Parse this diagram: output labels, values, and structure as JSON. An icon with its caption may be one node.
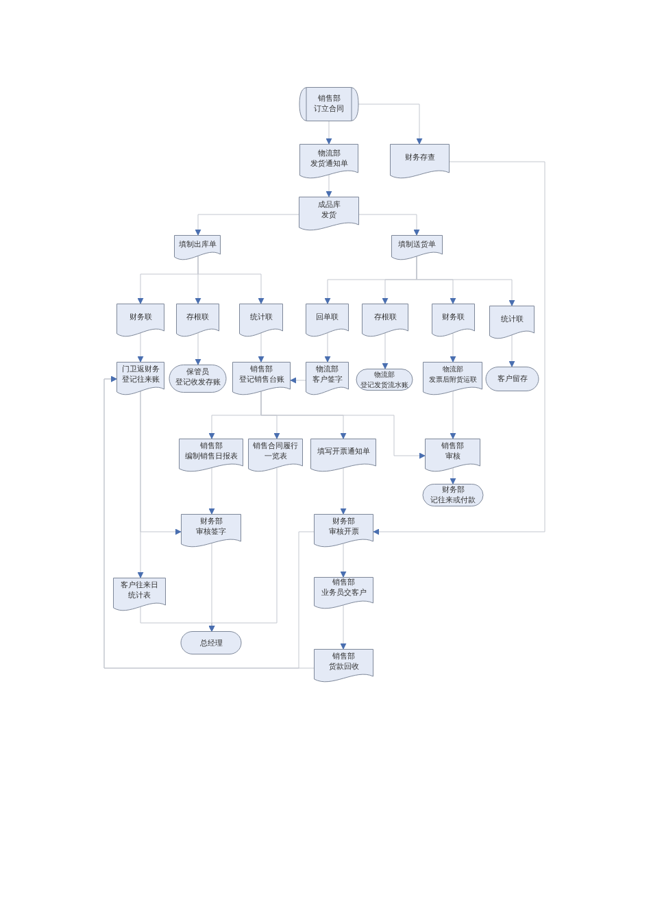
{
  "diagram": {
    "nodes": [
      {
        "text": [
          "销售部",
          "订立合同"
        ]
      },
      {
        "text": [
          "物流部",
          "发货通知单"
        ]
      },
      {
        "text": [
          "财务存查"
        ]
      },
      {
        "text": [
          "成品库",
          "发货"
        ]
      },
      {
        "text": [
          "填制出库单"
        ]
      },
      {
        "text": [
          "填制送货单"
        ]
      },
      {
        "text": [
          "财务联"
        ]
      },
      {
        "text": [
          "存根联"
        ]
      },
      {
        "text": [
          "统计联"
        ]
      },
      {
        "text": [
          "回单联"
        ]
      },
      {
        "text": [
          "存根联"
        ]
      },
      {
        "text": [
          "财务联"
        ]
      },
      {
        "text": [
          "统计联"
        ]
      },
      {
        "text": [
          "门卫返财务",
          "登记往来账"
        ]
      },
      {
        "text": [
          "保管员",
          "登记收发存账"
        ]
      },
      {
        "text": [
          "销售部",
          "登记销售台账"
        ]
      },
      {
        "text": [
          "物流部",
          "客户签字"
        ]
      },
      {
        "text": [
          "物流部",
          "登记发货流水账"
        ]
      },
      {
        "text": [
          "物流部",
          "发票后附货运联"
        ]
      },
      {
        "text": [
          "客户留存"
        ]
      },
      {
        "text": [
          "销售部",
          "编制销售日报表"
        ]
      },
      {
        "text": [
          "销售合同履行一览表"
        ]
      },
      {
        "text": [
          "填写开票通知单"
        ]
      },
      {
        "text": [
          "销售部",
          "审核"
        ]
      },
      {
        "text": [
          "财务部",
          "记往来或付款"
        ]
      },
      {
        "text": [
          "财务部",
          "审核签字"
        ]
      },
      {
        "text": [
          "财务部",
          "审核开票"
        ]
      },
      {
        "text": [
          "客户往来日统计表"
        ]
      },
      {
        "text": [
          "销售部",
          "业务员交客户"
        ]
      },
      {
        "text": [
          "总经理"
        ]
      },
      {
        "text": [
          "销售部",
          "货款回收"
        ]
      }
    ],
    "edges": [
      {
        "from": 0,
        "to": 1,
        "arrow": "to"
      },
      {
        "from": 0,
        "to": 2,
        "arrow": "to"
      },
      {
        "from": 1,
        "to": 3,
        "arrow": "to"
      },
      {
        "from": 3,
        "to": 4,
        "arrow": "to"
      },
      {
        "from": 3,
        "to": 5,
        "arrow": "to"
      },
      {
        "from": 4,
        "to": 6,
        "arrow": "to"
      },
      {
        "from": 4,
        "to": 7,
        "arrow": "to"
      },
      {
        "from": 4,
        "to": 8,
        "arrow": "to"
      },
      {
        "from": 5,
        "to": 9,
        "arrow": "to"
      },
      {
        "from": 5,
        "to": 10,
        "arrow": "to"
      },
      {
        "from": 5,
        "to": 11,
        "arrow": "to"
      },
      {
        "from": 5,
        "to": 12,
        "arrow": "to"
      },
      {
        "from": 6,
        "to": 13,
        "arrow": "to"
      },
      {
        "from": 7,
        "to": 14,
        "arrow": "to"
      },
      {
        "from": 8,
        "to": 15,
        "arrow": "to"
      },
      {
        "from": 9,
        "to": 16,
        "arrow": "to"
      },
      {
        "from": 16,
        "to": 15,
        "arrow": "to"
      },
      {
        "from": 10,
        "to": 17,
        "arrow": "to"
      },
      {
        "from": 11,
        "to": 18,
        "arrow": "to"
      },
      {
        "from": 12,
        "to": 19,
        "arrow": "to"
      },
      {
        "from": 15,
        "to": 20,
        "arrow": "to"
      },
      {
        "from": 15,
        "to": 21,
        "arrow": "to"
      },
      {
        "from": 15,
        "to": 22,
        "arrow": "to"
      },
      {
        "from": 15,
        "to": 23,
        "arrow": "to"
      },
      {
        "from": 18,
        "to": 23,
        "arrow": "to"
      },
      {
        "from": 23,
        "to": 24,
        "arrow": "to"
      },
      {
        "from": 20,
        "to": 25,
        "arrow": "to"
      },
      {
        "from": 13,
        "to": 25,
        "arrow": "to"
      },
      {
        "from": 13,
        "to": 27,
        "arrow": "to"
      },
      {
        "from": 22,
        "to": 26,
        "arrow": "to"
      },
      {
        "from": 2,
        "to": 26,
        "arrow": "to"
      },
      {
        "from": 26,
        "to": 28,
        "arrow": "to"
      },
      {
        "from": 28,
        "to": 30,
        "arrow": "to"
      },
      {
        "from": 27,
        "to": 29,
        "arrow": "to"
      },
      {
        "from": 25,
        "to": 29,
        "arrow": "to"
      },
      {
        "from": 21,
        "to": 29,
        "arrow": "to"
      },
      {
        "from": 30,
        "to": 13,
        "arrow": "to"
      },
      {
        "from": 26,
        "to": 13,
        "arrow": "to"
      }
    ]
  }
}
